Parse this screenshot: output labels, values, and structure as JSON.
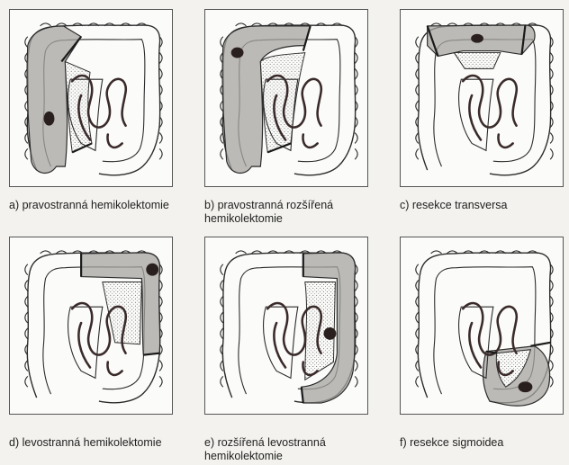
{
  "panels": [
    {
      "id": "a",
      "caption": "a) pravostranná hemikolektomie",
      "region": "right"
    },
    {
      "id": "b",
      "caption": "b) pravostranná rozšířená\nhemikolektomie",
      "region": "right-extended"
    },
    {
      "id": "c",
      "caption": "c) resekce transversa",
      "region": "transverse"
    },
    {
      "id": "d",
      "caption": "d) levostranná hemikolektomie",
      "region": "left"
    },
    {
      "id": "e",
      "caption": "e) rozšířená levostranná\nhemikolektomie",
      "region": "left-extended"
    },
    {
      "id": "f",
      "caption": "f) resekce sigmoidea",
      "region": "sigmoid"
    }
  ],
  "colors": {
    "resected": "#a7a4a0",
    "line": "#2b2b2b",
    "tumor": "#2a1f1f"
  }
}
